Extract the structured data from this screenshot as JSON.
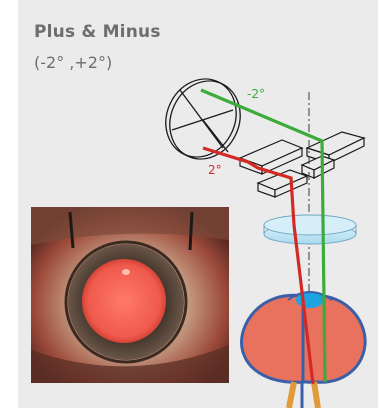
{
  "header": {
    "title": "Plus & Minus",
    "subtitle": "(-2° ,+2°)"
  },
  "labels": {
    "minus_angle": "-2°",
    "plus_angle": "2°"
  },
  "colors": {
    "panel_background": "#ebebeb",
    "minus_beam": "#3cab3a",
    "plus_beam": "#d42a25",
    "lens": "#bfe6f5",
    "eye_globe": "#e06a55"
  }
}
